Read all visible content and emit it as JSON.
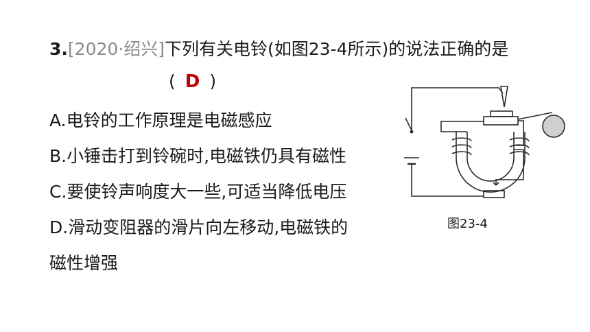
{
  "question": {
    "number": "3.",
    "source": "[2020·绍兴]",
    "text": "下列有关电铃(如图23-4所示)的说法正确的是",
    "paren_open": "(",
    "answer": "D",
    "paren_close": ")"
  },
  "options": [
    "A.电铃的工作原理是电磁感应",
    "B.小锤击打到铃碗时,电磁铁仍具有磁性",
    "C.要使铃声响度大一些,可适当降低电压",
    "D.滑动变阻器的滑片向左移动,电磁铁的",
    "磁性增强"
  ],
  "figure": {
    "caption": "图23-4",
    "colors": {
      "line": "#2a2a2a",
      "bell": "#cfcfcf"
    }
  }
}
